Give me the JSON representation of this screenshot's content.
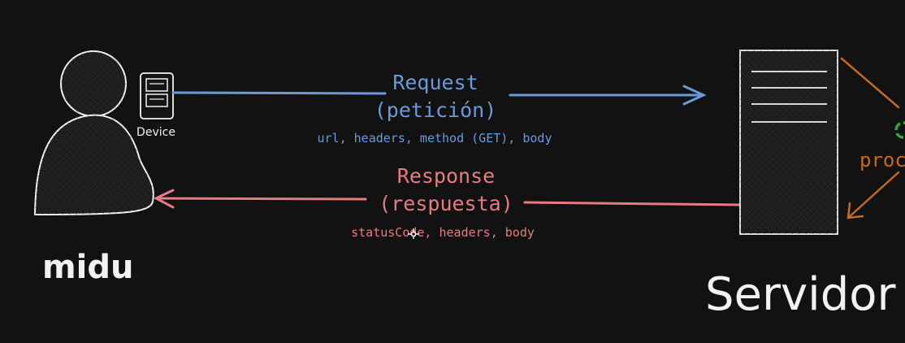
{
  "client": {
    "name": "midu",
    "device_label": "Device"
  },
  "server": {
    "name": "Servidor",
    "process_label": "proc",
    "process_icon": "recycle-icon"
  },
  "request": {
    "title": "Request",
    "subtitle": "(petición)",
    "details": "url, headers, method (GET), body",
    "color": "#6a9bd8"
  },
  "response": {
    "title": "Response",
    "subtitle": "(respuesta)",
    "details": "statusCode, headers, body",
    "color": "#e77b83"
  },
  "process_color": "#c26a1f",
  "background": "#121212"
}
